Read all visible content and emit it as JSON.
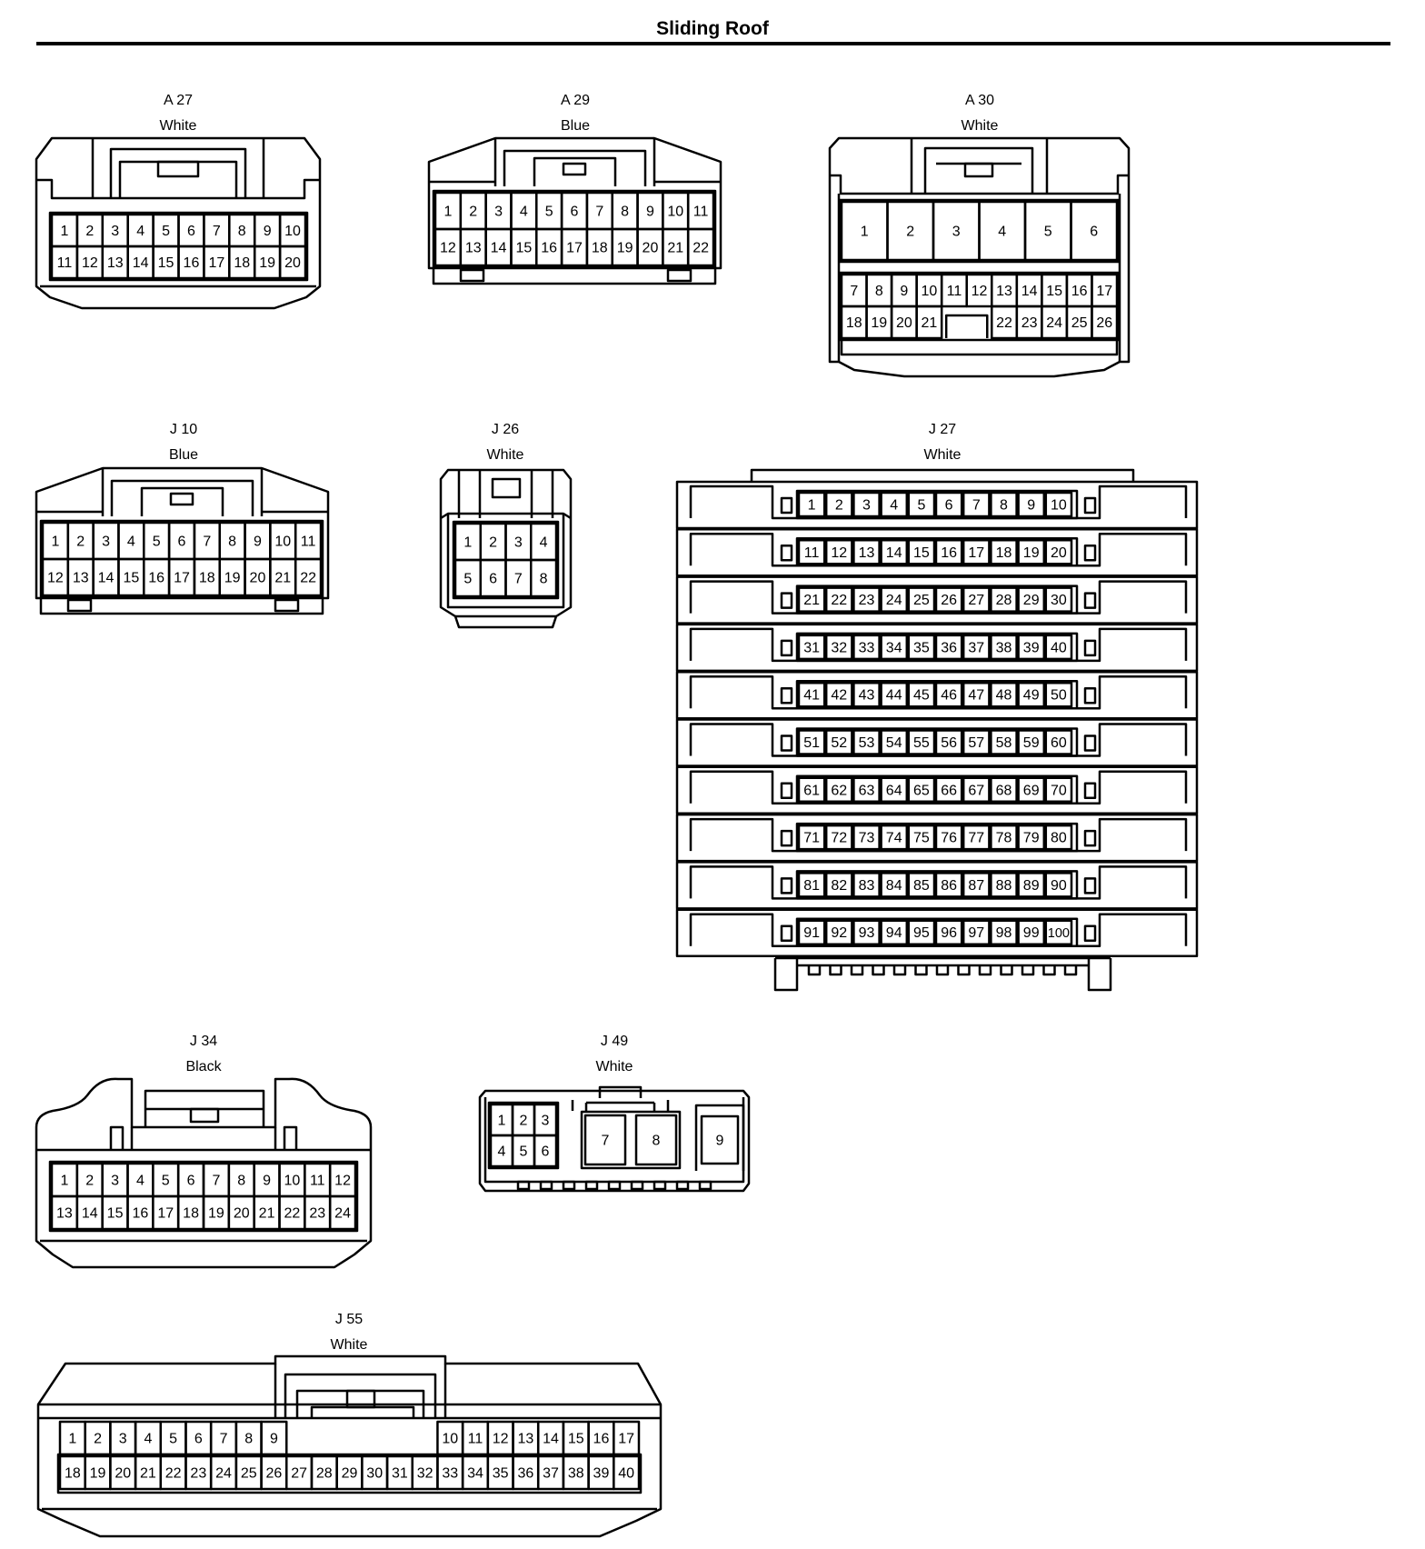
{
  "page": {
    "title": "Sliding Roof"
  },
  "connectors": [
    {
      "id": "A 27",
      "color": "White",
      "rows": [
        [
          "1",
          "2",
          "3",
          "4",
          "5",
          "6",
          "7",
          "8",
          "9",
          "10"
        ],
        [
          "11",
          "12",
          "13",
          "14",
          "15",
          "16",
          "17",
          "18",
          "19",
          "20"
        ]
      ]
    },
    {
      "id": "A 29",
      "color": "Blue",
      "rows": [
        [
          "1",
          "2",
          "3",
          "4",
          "5",
          "6",
          "7",
          "8",
          "9",
          "10",
          "11"
        ],
        [
          "12",
          "13",
          "14",
          "15",
          "16",
          "17",
          "18",
          "19",
          "20",
          "21",
          "22"
        ]
      ]
    },
    {
      "id": "A 30",
      "color": "White",
      "rows": [
        [
          "1",
          "2",
          "3",
          "4",
          "5",
          "6"
        ],
        [
          "7",
          "8",
          "9",
          "10",
          "11",
          "12",
          "13",
          "14",
          "15",
          "16",
          "17"
        ],
        [
          "18",
          "19",
          "20",
          "21",
          "22",
          "23",
          "24",
          "25",
          "26"
        ]
      ]
    },
    {
      "id": "J 10",
      "color": "Blue",
      "rows": [
        [
          "1",
          "2",
          "3",
          "4",
          "5",
          "6",
          "7",
          "8",
          "9",
          "10",
          "11"
        ],
        [
          "12",
          "13",
          "14",
          "15",
          "16",
          "17",
          "18",
          "19",
          "20",
          "21",
          "22"
        ]
      ]
    },
    {
      "id": "J 26",
      "color": "White",
      "rows": [
        [
          "1",
          "2",
          "3",
          "4"
        ],
        [
          "5",
          "6",
          "7",
          "8"
        ]
      ]
    },
    {
      "id": "J 27",
      "color": "White",
      "rows": [
        [
          "1",
          "2",
          "3",
          "4",
          "5",
          "6",
          "7",
          "8",
          "9",
          "10"
        ],
        [
          "11",
          "12",
          "13",
          "14",
          "15",
          "16",
          "17",
          "18",
          "19",
          "20"
        ],
        [
          "21",
          "22",
          "23",
          "24",
          "25",
          "26",
          "27",
          "28",
          "29",
          "30"
        ],
        [
          "31",
          "32",
          "33",
          "34",
          "35",
          "36",
          "37",
          "38",
          "39",
          "40"
        ],
        [
          "41",
          "42",
          "43",
          "44",
          "45",
          "46",
          "47",
          "48",
          "49",
          "50"
        ],
        [
          "51",
          "52",
          "53",
          "54",
          "55",
          "56",
          "57",
          "58",
          "59",
          "60"
        ],
        [
          "61",
          "62",
          "63",
          "64",
          "65",
          "66",
          "67",
          "68",
          "69",
          "70"
        ],
        [
          "71",
          "72",
          "73",
          "74",
          "75",
          "76",
          "77",
          "78",
          "79",
          "80"
        ],
        [
          "81",
          "82",
          "83",
          "84",
          "85",
          "86",
          "87",
          "88",
          "89",
          "90"
        ],
        [
          "91",
          "92",
          "93",
          "94",
          "95",
          "96",
          "97",
          "98",
          "99",
          "100"
        ]
      ]
    },
    {
      "id": "J 34",
      "color": "Black",
      "rows": [
        [
          "1",
          "2",
          "3",
          "4",
          "5",
          "6",
          "7",
          "8",
          "9",
          "10",
          "11",
          "12"
        ],
        [
          "13",
          "14",
          "15",
          "16",
          "17",
          "18",
          "19",
          "20",
          "21",
          "22",
          "23",
          "24"
        ]
      ]
    },
    {
      "id": "J 49",
      "color": "White",
      "rows": [
        [
          "1",
          "2",
          "3"
        ],
        [
          "4",
          "5",
          "6"
        ],
        [
          "7",
          "8",
          "9"
        ]
      ]
    },
    {
      "id": "J 55",
      "color": "White",
      "rows": [
        [
          "1",
          "2",
          "3",
          "4",
          "5",
          "6",
          "7",
          "8",
          "9",
          "10",
          "11",
          "12",
          "13",
          "14",
          "15",
          "16",
          "17"
        ],
        [
          "18",
          "19",
          "20",
          "21",
          "22",
          "23",
          "24",
          "25",
          "26",
          "27",
          "28",
          "29",
          "30",
          "31",
          "32",
          "33",
          "34",
          "35",
          "36",
          "37",
          "38",
          "39",
          "40"
        ]
      ]
    }
  ]
}
